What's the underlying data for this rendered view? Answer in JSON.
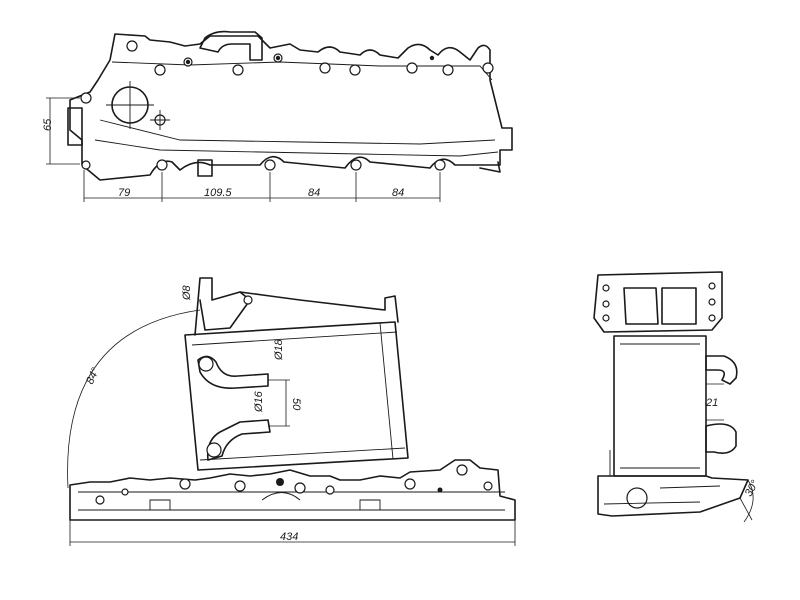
{
  "dimensions": {
    "height_65": "65",
    "span_79": "79",
    "span_109_5": "109.5",
    "span_84_a": "84",
    "span_84_b": "84",
    "angle_84": "84°",
    "dia_8": "Ø8",
    "dia_18": "Ø18",
    "dia_16": "Ø16",
    "len_50": "50",
    "len_434": "434",
    "len_21": "21",
    "angle_30": "30°"
  },
  "colors": {
    "line": "#1a1a1a",
    "background": "#ffffff"
  }
}
